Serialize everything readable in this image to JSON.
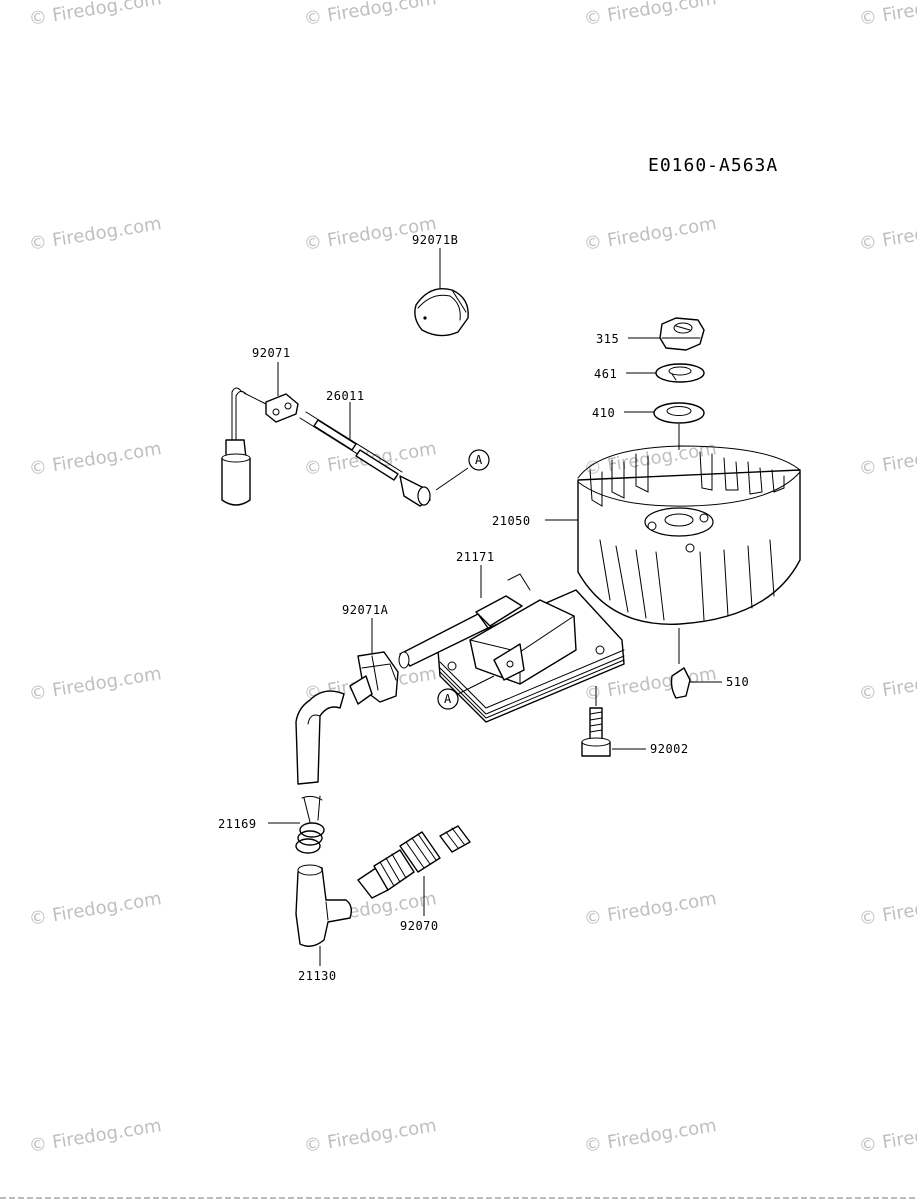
{
  "diagram_code": "E0160-A563A",
  "watermark": "© Firedog.com",
  "part_labels": {
    "p92071B": "92071B",
    "p315": "315",
    "p461": "461",
    "p410": "410",
    "p92071": "92071",
    "p26011": "26011",
    "p21050": "21050",
    "p21171": "21171",
    "p92071A": "92071A",
    "p510": "510",
    "p92002": "92002",
    "p21169": "21169",
    "p92070": "92070",
    "p21130": "21130"
  },
  "callout_marker": "A"
}
